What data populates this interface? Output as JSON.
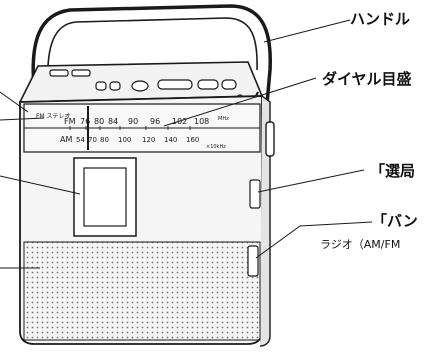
{
  "callouts": {
    "handle": "ハンドル",
    "tuning_scale": "ダイヤル目盛",
    "select_switch": "「選局",
    "band_switch": "「バン",
    "band_switch_sub": "ラジオ（AM/FM"
  },
  "dial": {
    "fm_label": "FM",
    "fm_marks": [
      "76",
      "80",
      "84",
      "90",
      "96",
      "102",
      "108"
    ],
    "am_label": "AM",
    "am_marks": [
      "54",
      "70",
      "80",
      "100",
      "120",
      "140",
      "160"
    ],
    "am_unit": "×10kHz",
    "fm_unit": "MHz",
    "stereo_label": "FM ステレオ"
  },
  "colors": {
    "outline": "#1a1a1a",
    "body_fill": "#f5f5f5",
    "panel_fill": "#e8e8e8",
    "speaker_dot": "#777777"
  }
}
